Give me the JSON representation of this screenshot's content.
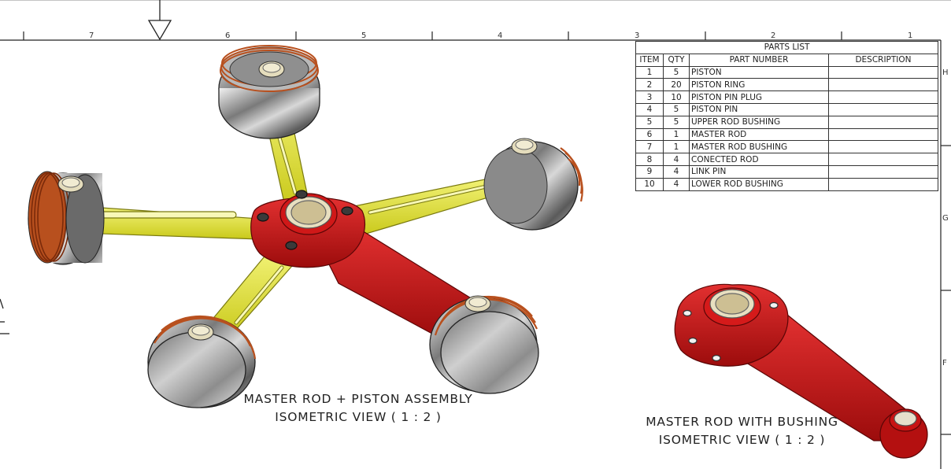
{
  "border": {
    "column_numbers": [
      "7",
      "6",
      "5",
      "4",
      "3",
      "2",
      "1"
    ],
    "row_letters": [
      "H",
      "G",
      "F"
    ]
  },
  "parts_list": {
    "title": "PARTS LIST",
    "headers": {
      "item": "ITEM",
      "qty": "QTY",
      "part_number": "PART NUMBER",
      "description": "DESCRIPTION"
    },
    "rows": [
      {
        "item": "1",
        "qty": "5",
        "part_number": "PISTON",
        "description": ""
      },
      {
        "item": "2",
        "qty": "20",
        "part_number": "PISTON RING",
        "description": ""
      },
      {
        "item": "3",
        "qty": "10",
        "part_number": "PISTON PIN PLUG",
        "description": ""
      },
      {
        "item": "4",
        "qty": "5",
        "part_number": "PISTON PIN",
        "description": ""
      },
      {
        "item": "5",
        "qty": "5",
        "part_number": "UPPER ROD BUSHING",
        "description": ""
      },
      {
        "item": "6",
        "qty": "1",
        "part_number": "MASTER ROD",
        "description": ""
      },
      {
        "item": "7",
        "qty": "1",
        "part_number": "MASTER ROD BUSHING",
        "description": ""
      },
      {
        "item": "8",
        "qty": "4",
        "part_number": "CONECTED ROD",
        "description": ""
      },
      {
        "item": "9",
        "qty": "4",
        "part_number": "LINK PIN",
        "description": ""
      },
      {
        "item": "10",
        "qty": "4",
        "part_number": "LOWER ROD BUSHING",
        "description": ""
      }
    ]
  },
  "views": {
    "assembly": {
      "line1": "MASTER ROD + PISTON ASSEMBLY",
      "line2": "ISOMETRIC VIEW ( 1 : 2 )"
    },
    "master_rod": {
      "line1": "MASTER ROD WITH BUSHING",
      "line2": "ISOMETRIC VIEW ( 1 : 2 )"
    }
  },
  "colors": {
    "master_rod": "#c81414",
    "connecting_rod": "#e6e62a",
    "piston_ring": "#b8501e",
    "piston_body": "#8a8a8a",
    "bushing": "#d8cfae"
  }
}
